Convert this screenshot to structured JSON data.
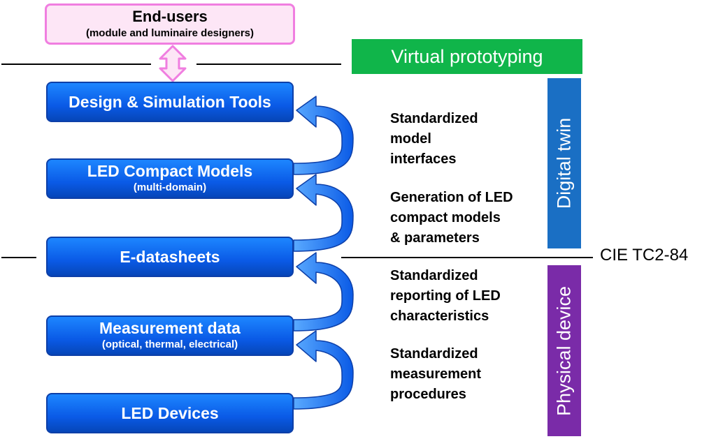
{
  "end_users": {
    "title": "End-users",
    "subtitle": "(module and luminaire designers)"
  },
  "boxes": [
    {
      "label": "Design & Simulation Tools",
      "sub": ""
    },
    {
      "label": "LED Compact Models",
      "sub": "(multi-domain)"
    },
    {
      "label": "E-datasheets",
      "sub": ""
    },
    {
      "label": "Measurement data",
      "sub": "(optical, thermal, electrical)"
    },
    {
      "label": "LED Devices",
      "sub": ""
    }
  ],
  "steps": [
    {
      "lines": [
        "Standardized",
        "model",
        "interfaces"
      ]
    },
    {
      "lines": [
        "Generation of LED",
        "compact models",
        "& parameters"
      ]
    },
    {
      "lines": [
        "Standardized",
        "reporting of LED",
        "characteristics"
      ]
    },
    {
      "lines": [
        "Standardized",
        "measurement",
        "procedures"
      ]
    }
  ],
  "virtual_prototyping": "Virtual prototyping",
  "digital_twin": "Digital twin",
  "physical_device": "Physical device",
  "cie_label": "CIE TC2-84",
  "colors": {
    "box_blue": "#0a5ae6",
    "arrow_blue": "#1a7cf0",
    "green": "#10b54a",
    "digital_blue": "#1a6fc4",
    "purple": "#7a2ba8",
    "pink_fill": "#fde6f6",
    "pink_border": "#f07ee0"
  }
}
